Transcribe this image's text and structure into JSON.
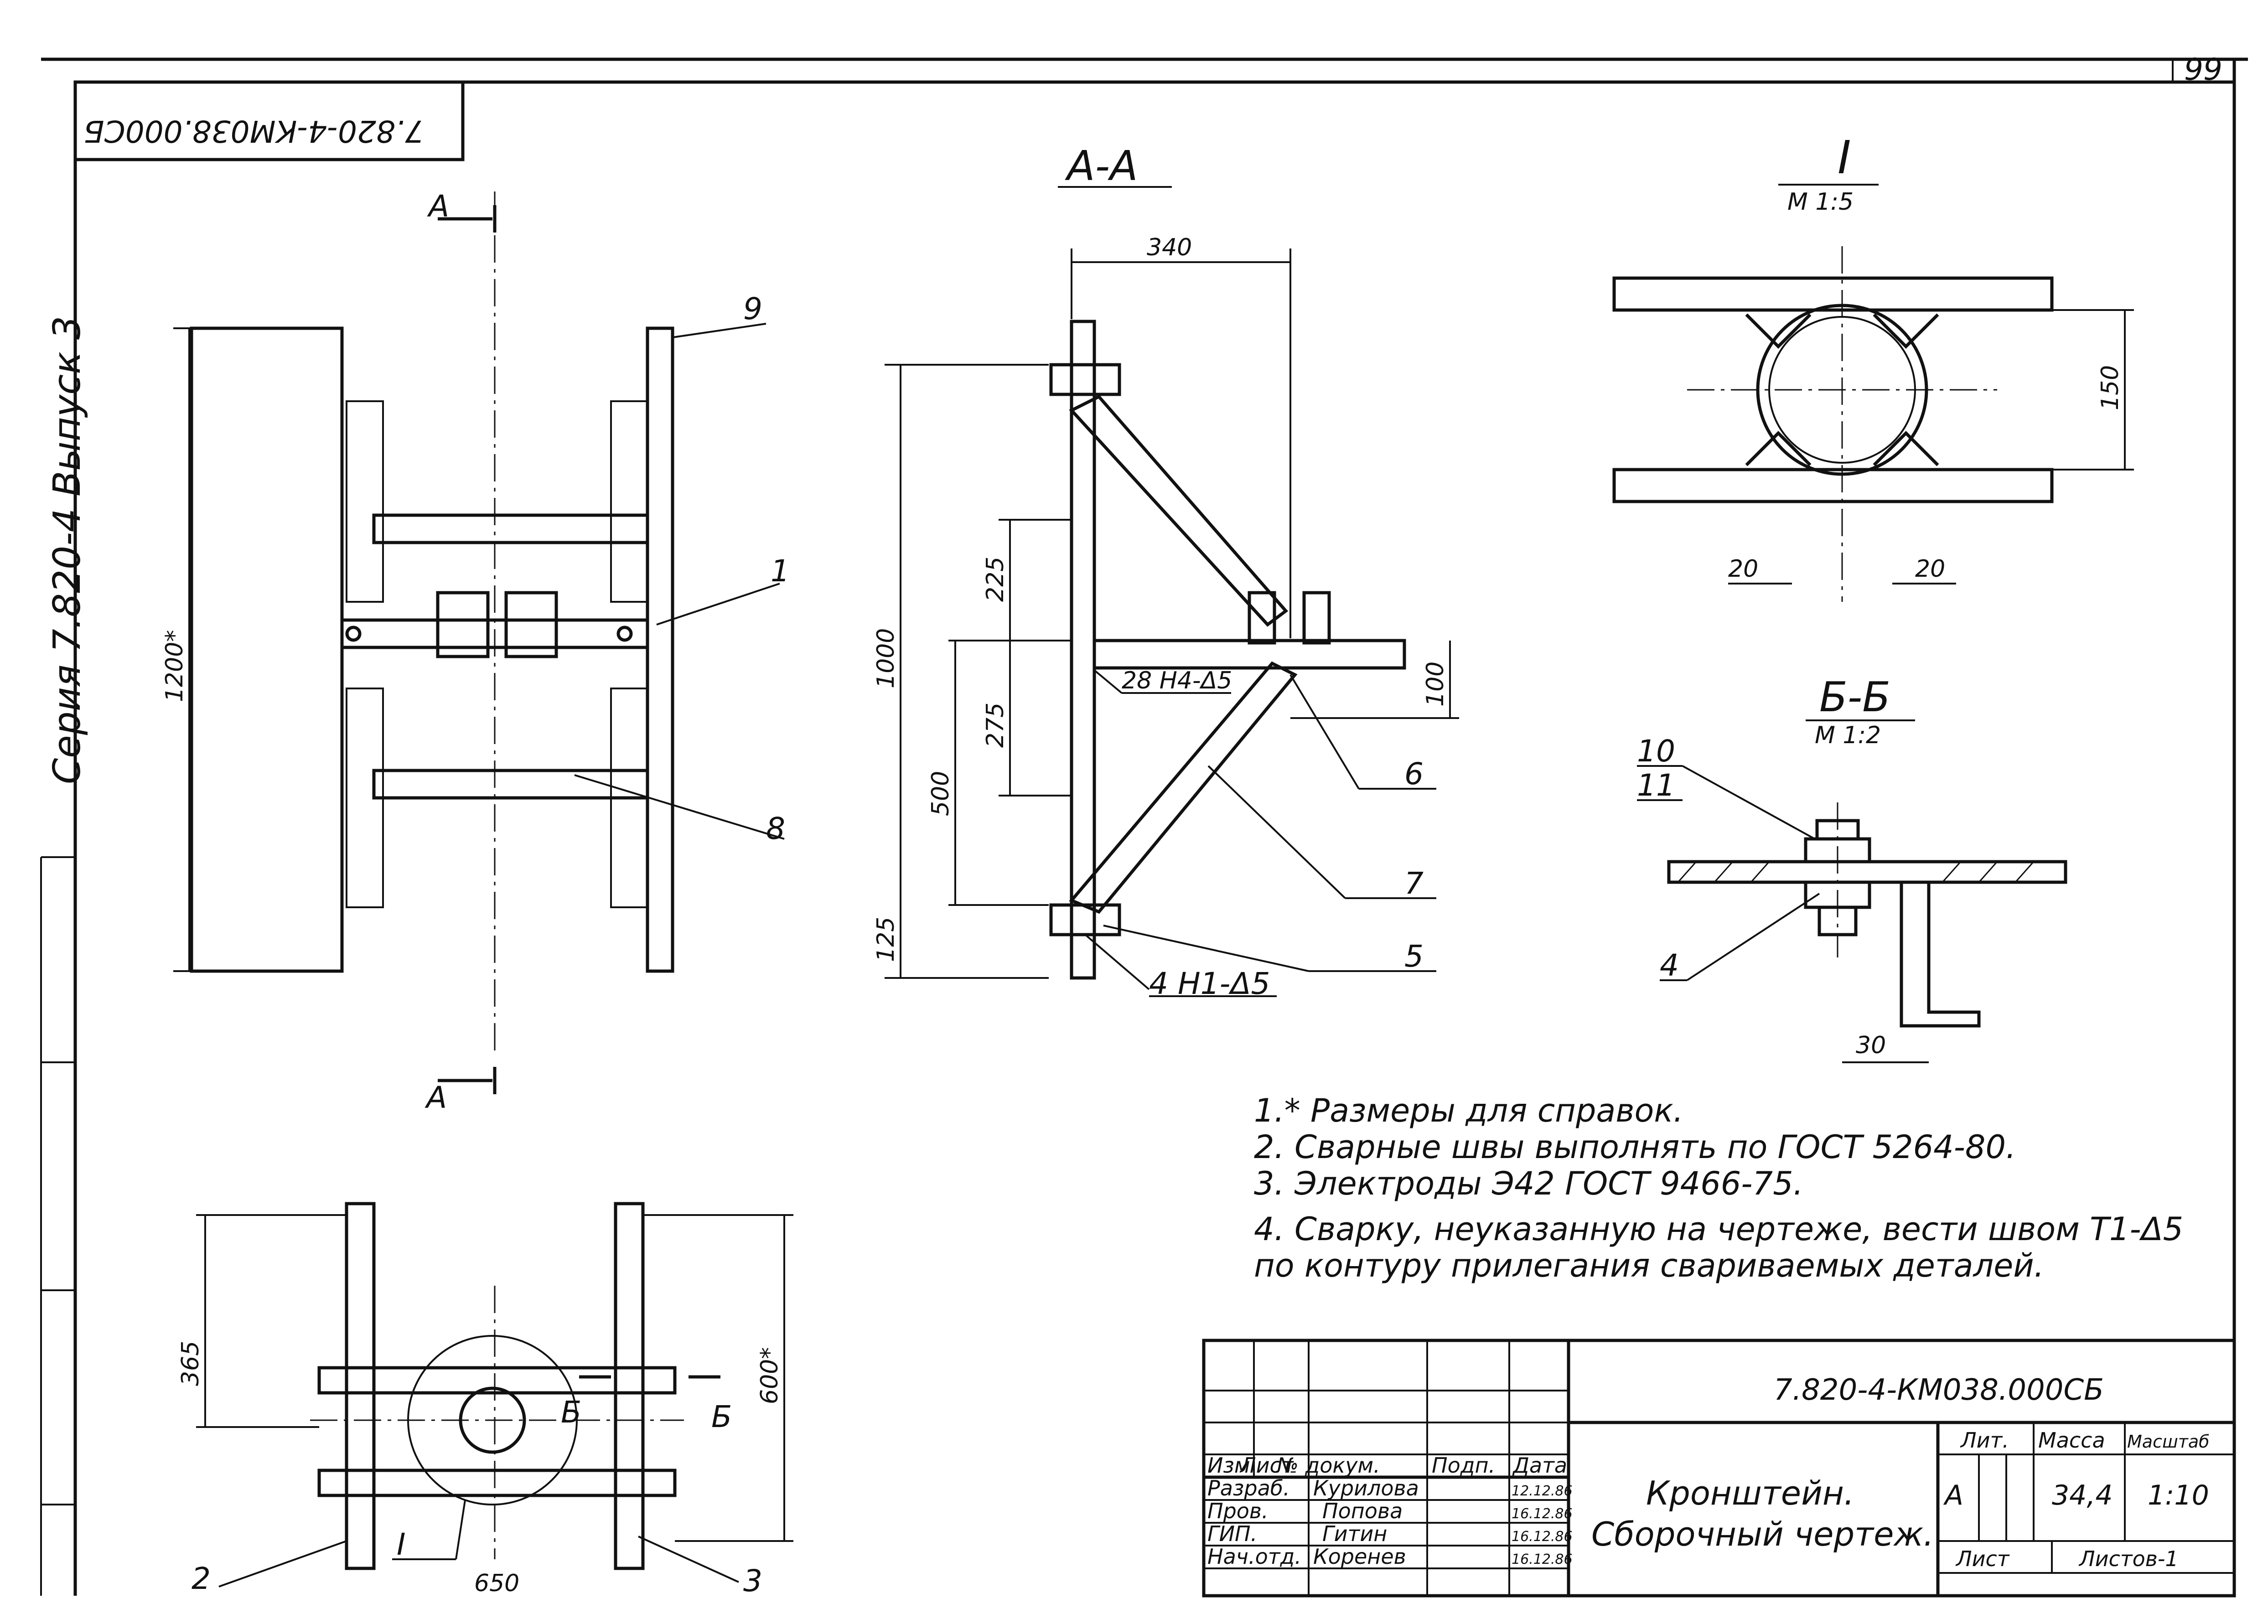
{
  "sheet": {
    "page_number": "99",
    "stamp_code": "7.820-4-КМ038.000СБ",
    "series_label": "Серия 7.820-4 Выпуск 3"
  },
  "views": {
    "plan_top": {
      "section_marker_top": "А",
      "section_marker_bottom": "А",
      "dim_height": "1200*",
      "callout_1": "1",
      "callout_8": "8",
      "callout_9": "9"
    },
    "section_aa": {
      "title": "А-А",
      "dim_340": "340",
      "dim_1000": "1000",
      "dim_225": "225",
      "dim_275": "275",
      "dim_500": "500",
      "dim_125": "125",
      "dim_100": "100",
      "weld_upper": "28 Н4-Δ5",
      "weld_lower": "4 Н1-Δ5",
      "callout_5": "5",
      "callout_6": "6",
      "callout_7": "7"
    },
    "detail_i": {
      "title": "I",
      "scale": "М 1:5",
      "dim_150": "150",
      "dim_20_left": "20",
      "dim_20_right": "20"
    },
    "section_bb": {
      "title": "Б-Б",
      "scale": "М 1:2",
      "callout_10": "10",
      "callout_11": "11",
      "callout_4": "4",
      "dim_30": "30"
    },
    "plan_bottom": {
      "dim_365": "365",
      "dim_600": "600*",
      "dim_650": "650",
      "detail_marker": "I",
      "section_b_left": "Б",
      "section_b_right": "Б",
      "callout_2": "2",
      "callout_3": "3"
    }
  },
  "notes": [
    "1.* Размеры для справок.",
    "2. Сварные швы выполнять по ГОСТ 5264-80.",
    "3. Электроды Э42 ГОСТ 9466-75.",
    "4. Сварку, неуказанную на чертеже, вести швом Т1-Δ5",
    "по контуру прилегания свариваемых деталей."
  ],
  "title_block": {
    "doc_code": "7.820-4-КМ038.000СБ",
    "title_line1": "Кронштейн.",
    "title_line2": "Сборочный чертеж.",
    "header": {
      "izm": "Изм",
      "list": "Лист",
      "doc": "№ докум.",
      "sign": "Подп.",
      "date": "Дата"
    },
    "rows": [
      {
        "role": "Разраб.",
        "name": "Курилова",
        "date": "12.12.86"
      },
      {
        "role": "Пров.",
        "name": "Попова",
        "date": "16.12.86"
      },
      {
        "role": "ГИП.",
        "name": "Гитин",
        "date": "16.12.86"
      },
      {
        "role": "Нач.отд.",
        "name": "Коренев",
        "date": "16.12.86"
      }
    ],
    "lit_label": "Лит.",
    "lit_value": "А",
    "mass_label": "Масса",
    "mass_value": "34,4",
    "scale_label": "Масштаб",
    "scale_value": "1:10",
    "sheet_label": "Лист",
    "sheets_label": "Листов-1"
  }
}
